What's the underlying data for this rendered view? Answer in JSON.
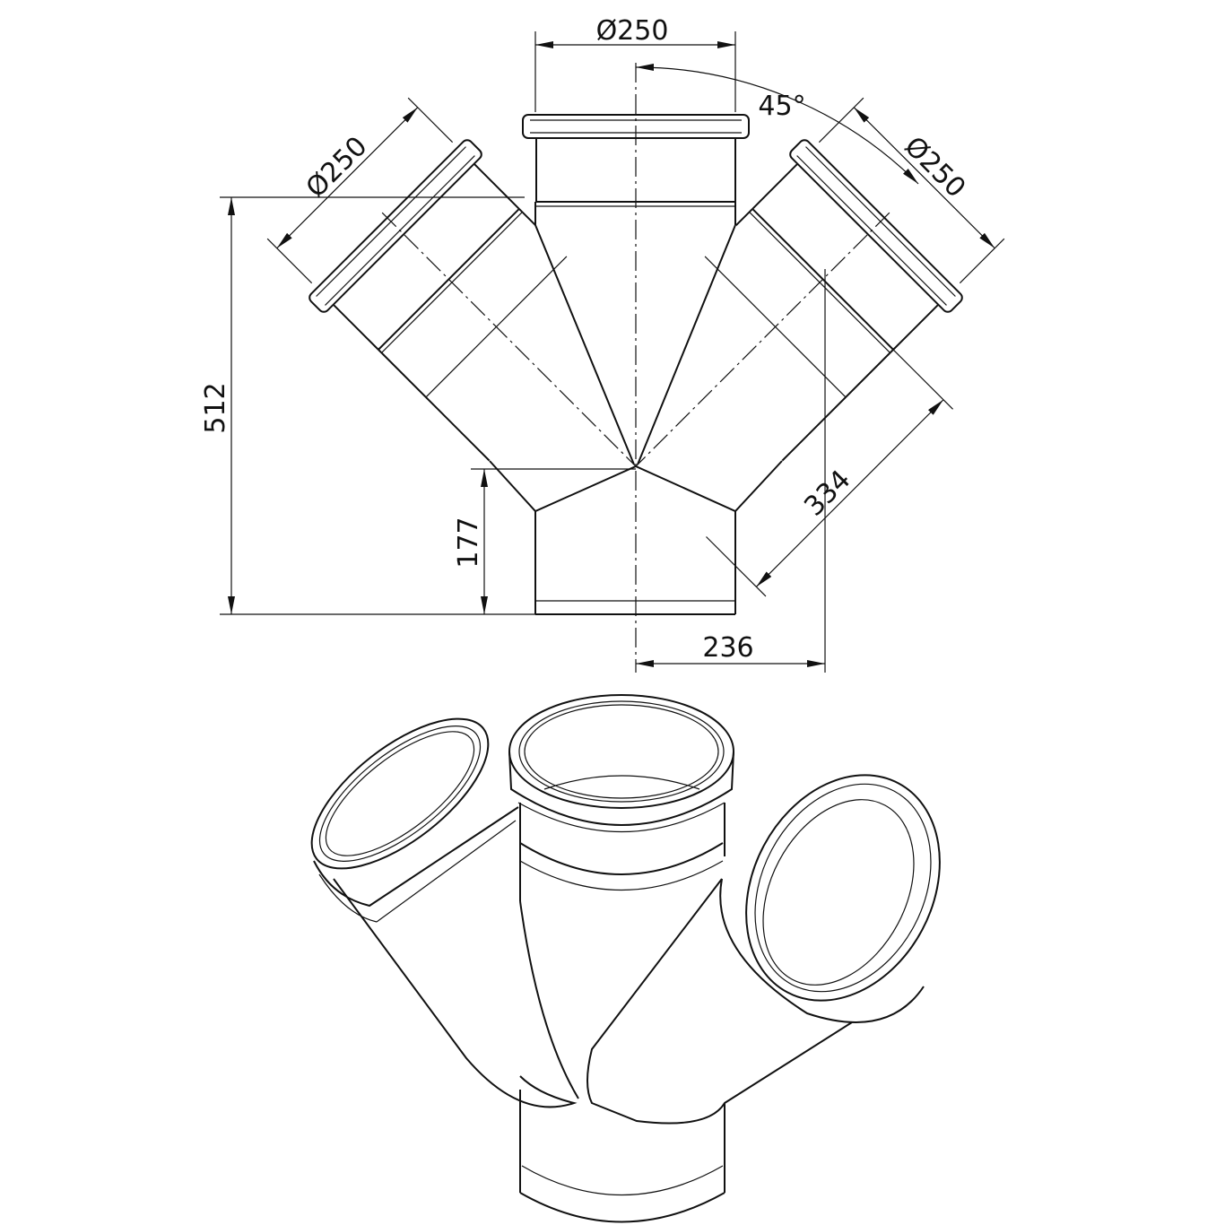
{
  "drawing": {
    "title_hidden": null,
    "dimensions": {
      "top_diameter": "Ø250",
      "left_diameter": "Ø250",
      "right_diameter": "Ø250",
      "angle": "45°",
      "overall_height": "512",
      "bottom_height": "177",
      "branch_length": "334",
      "horizontal_offset": "236"
    },
    "colors": {
      "line": "#111111",
      "background": "#ffffff"
    }
  }
}
